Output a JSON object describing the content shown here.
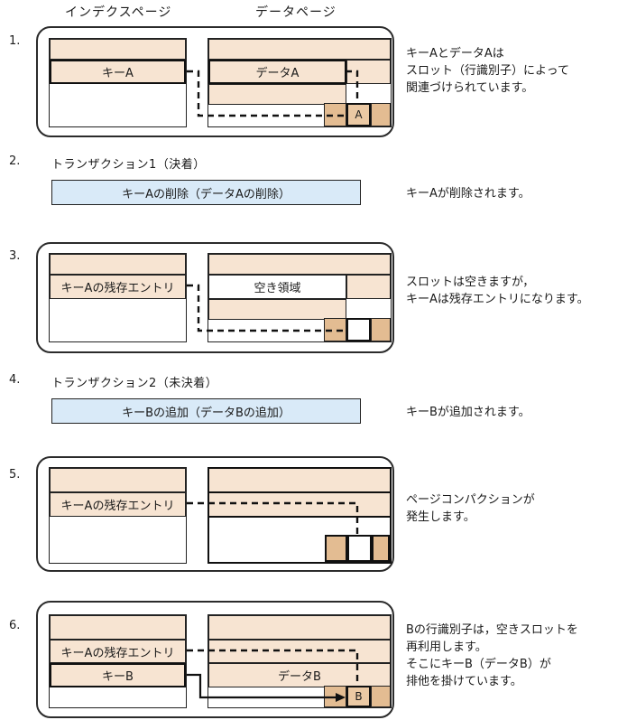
{
  "header": {
    "index_page": "インデクスページ",
    "data_page": "データページ"
  },
  "steps": {
    "s1": {
      "num": "1.",
      "index": {
        "key_a": "キーA"
      },
      "data": {
        "data_a": "データA",
        "slot_a": "A"
      },
      "note": [
        "キーAとデータAは",
        "スロット（行識別子）によって",
        "関連づけられています。"
      ]
    },
    "s2": {
      "num": "2.",
      "title": "トランザクション1（決着）",
      "action": "キーAの削除（データAの削除）",
      "note": [
        "キーAが削除されます。"
      ]
    },
    "s3": {
      "num": "3.",
      "index": {
        "residual": "キーAの残存エントリ"
      },
      "data": {
        "free": "空き領域"
      },
      "note": [
        "スロットは空きますが，",
        "キーAは残存エントリになります。"
      ]
    },
    "s4": {
      "num": "4.",
      "title": "トランザクション2（未決着）",
      "action": "キーBの追加（データBの追加）",
      "note": [
        "キーBが追加されます。"
      ]
    },
    "s5": {
      "num": "5.",
      "index": {
        "residual": "キーAの残存エントリ"
      },
      "note": [
        "ページコンパクションが",
        "発生します。"
      ]
    },
    "s6": {
      "num": "6.",
      "index": {
        "residual": "キーAの残存エントリ",
        "key_b": "キーB"
      },
      "data": {
        "data_b": "データB",
        "slot_b": "B"
      },
      "note": [
        "Bの行識別子は，空きスロットを",
        "再利用します。",
        "そこにキーB（データB）が",
        "排他を掛けています。"
      ]
    }
  },
  "colors": {
    "page_fill": "#F7E4D2",
    "slot_fill": "#E3BC92",
    "slot_highlight": "#EBC9A4",
    "action_fill": "#D9EAF8",
    "line": "#222222"
  }
}
